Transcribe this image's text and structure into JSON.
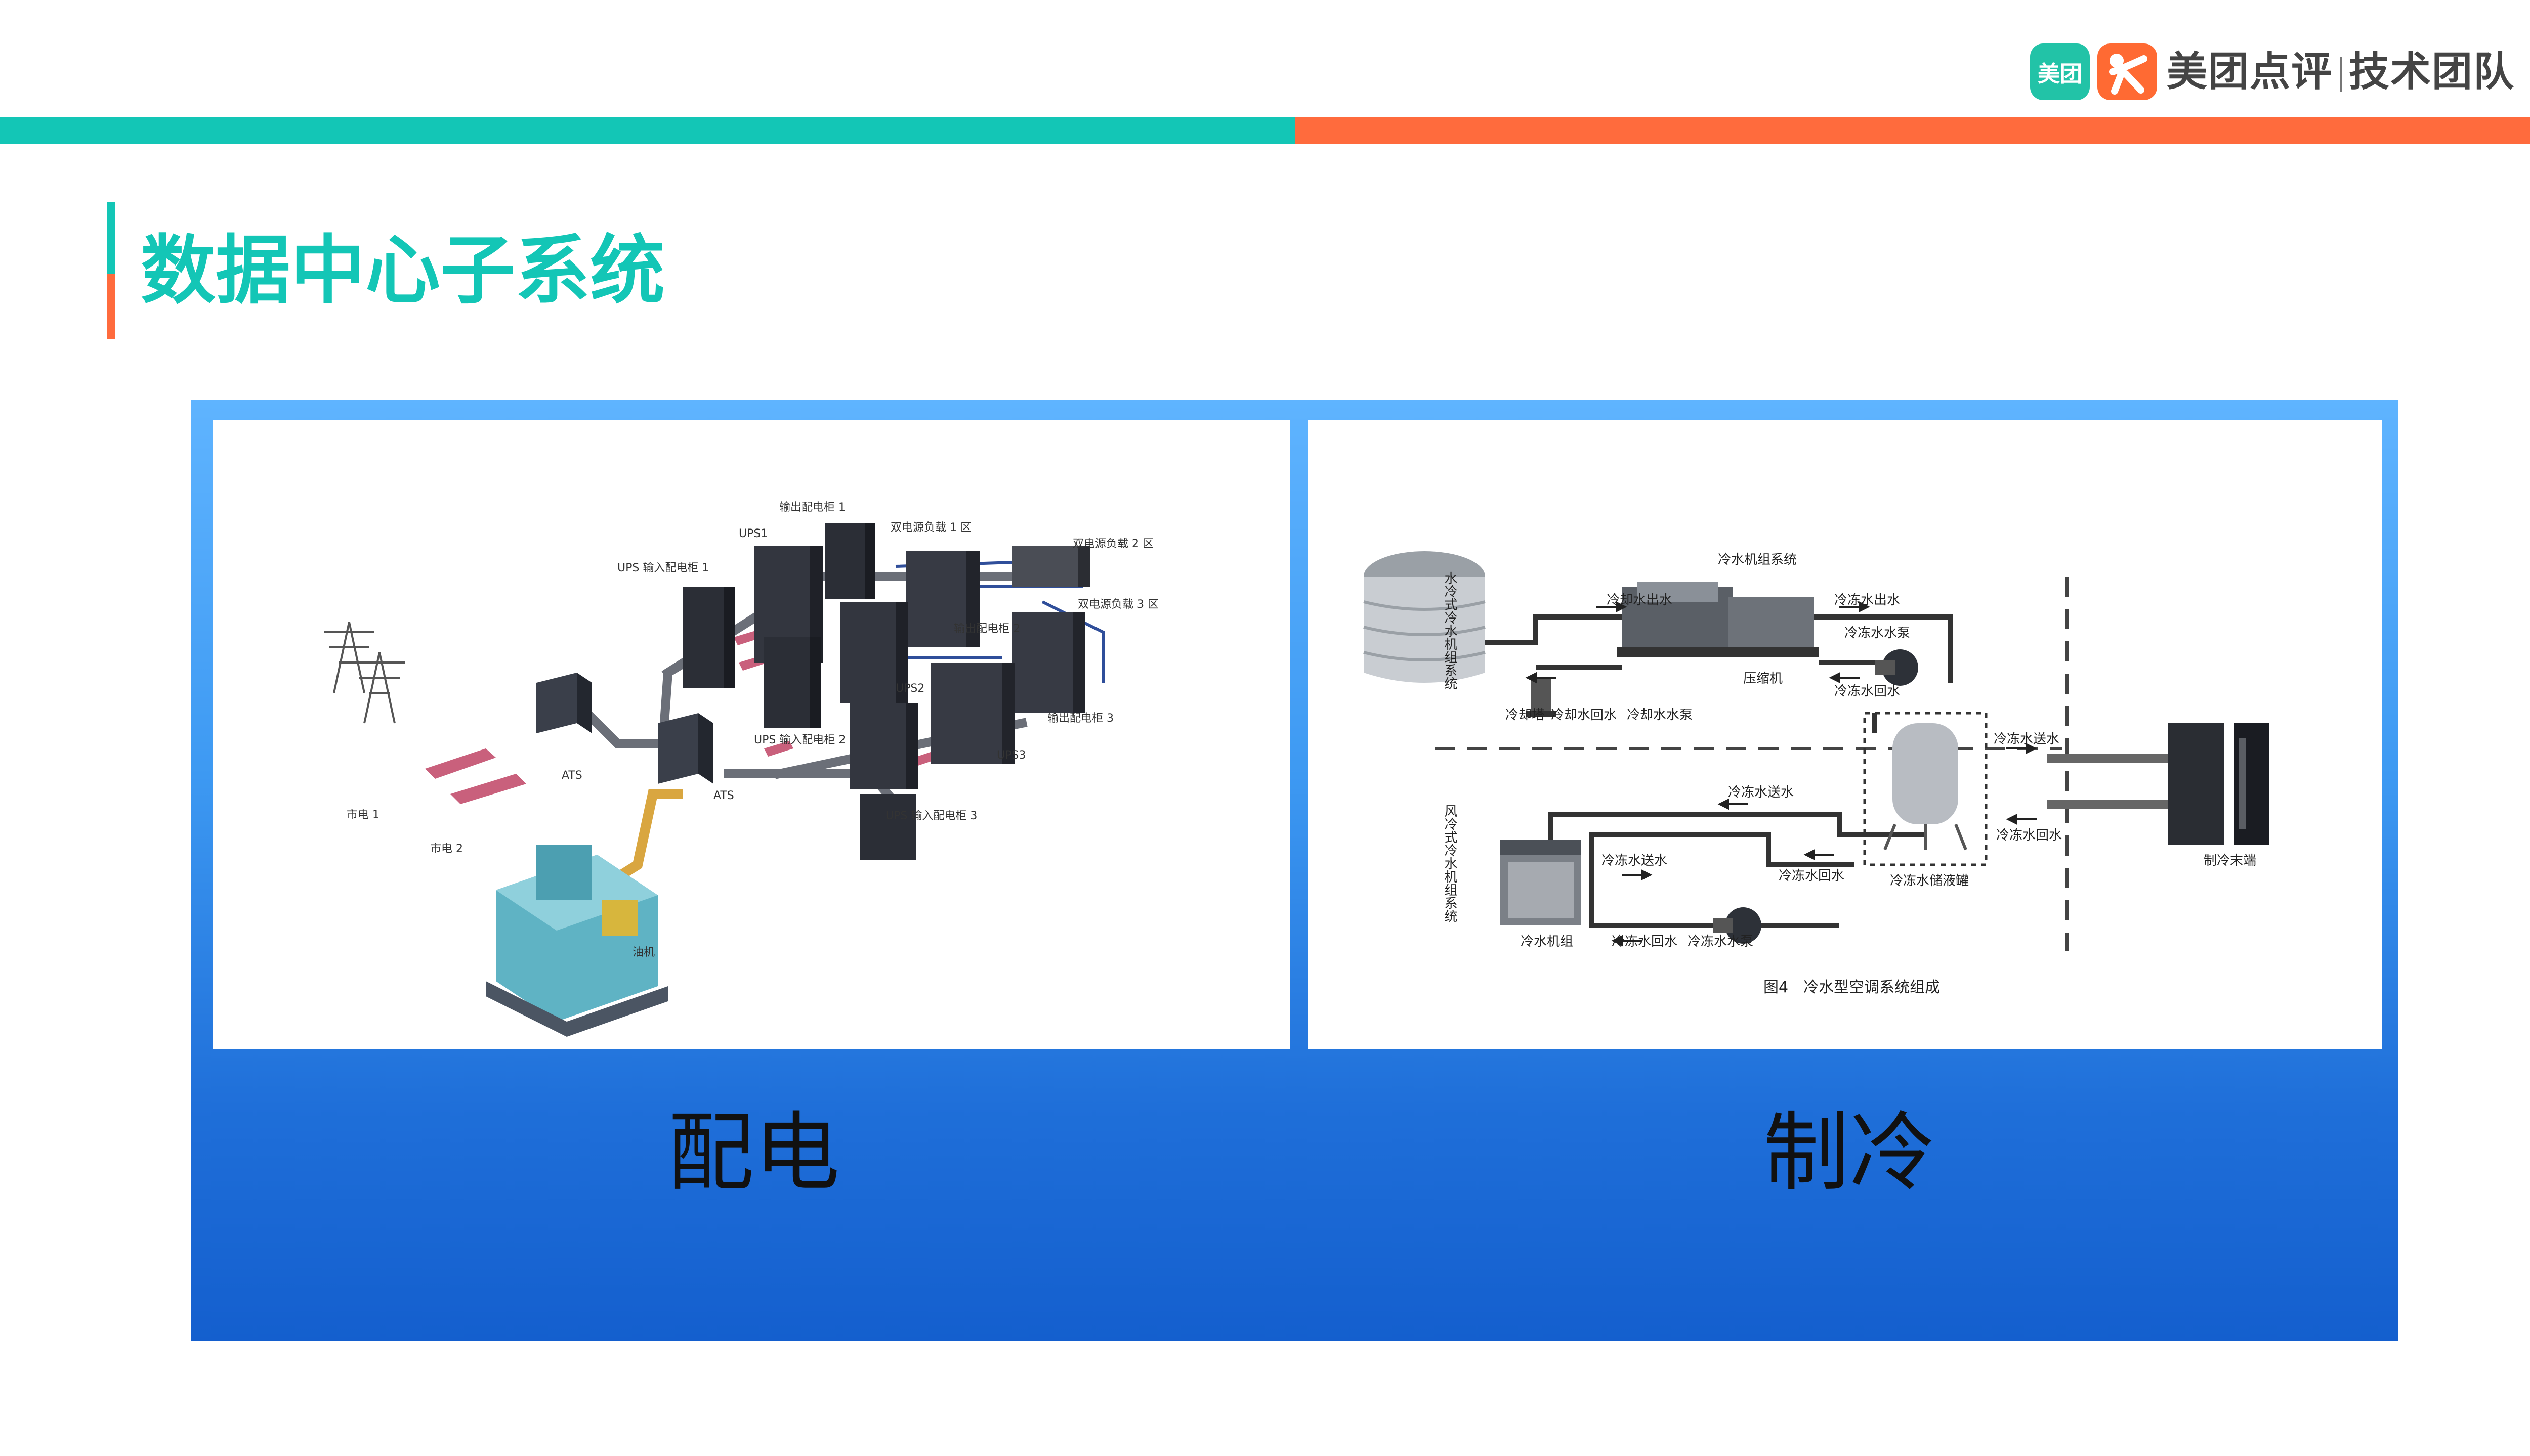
{
  "logo": {
    "badge_meituan": "美团",
    "brand_text": "美团点评",
    "team_text": "技术团队"
  },
  "page": {
    "title": "数据中心子系统"
  },
  "panels": {
    "left_caption": "配电",
    "right_caption": "制冷"
  },
  "power_diagram": {
    "labels": {
      "output_cabinet_1": "输出配电柜 1",
      "dual_load_1": "双电源负载 1 区",
      "dual_load_2": "双电源负载 2 区",
      "dual_load_3": "双电源负载 3 区",
      "ups1": "UPS1",
      "ups2": "UPS2",
      "ups3": "UPS3",
      "ups_input_1": "UPS 输入配电柜 1",
      "ups_input_2": "UPS 输入配电柜 2",
      "ups_input_3": "UPS 输入配电柜 3",
      "output_cabinet_2": "输出配电柜 2",
      "output_cabinet_3": "输出配电柜 3",
      "ats_1": "ATS",
      "ats_2": "ATS",
      "grid_1": "市电 1",
      "grid_2": "市电 2",
      "generator": "油机"
    }
  },
  "cooling_diagram": {
    "labels": {
      "water_cooled_system": "水冷式冷水机组系统",
      "air_cooled_system": "风冷式冷水机组系统",
      "chiller_system": "冷水机组系统",
      "cooling_water_out": "冷却水出水",
      "chilled_water_out": "冷冻水出水",
      "chilled_pump_top": "冷冻水水泵",
      "compressor": "压缩机",
      "chilled_return_top": "冷冻水回水",
      "cooling_tower": "冷却塔",
      "cooling_return": "冷却水回水",
      "cooling_pump": "冷却水水泵",
      "chilled_supply_right": "冷冻水送水",
      "chilled_supply_mid": "冷冻水送水",
      "chilled_return_right": "冷冻水回水",
      "chilled_supply_left": "冷冻水送水",
      "chilled_return_mid": "冷冻水回水",
      "storage_tank": "冷冻水储液罐",
      "terminal": "制冷末端",
      "chiller_unit": "冷水机组",
      "chilled_return_bottom": "冷冻水回水",
      "chilled_pump_bottom": "冷冻水水泵",
      "figure_caption": "图4　冷水型空调系统组成"
    }
  }
}
